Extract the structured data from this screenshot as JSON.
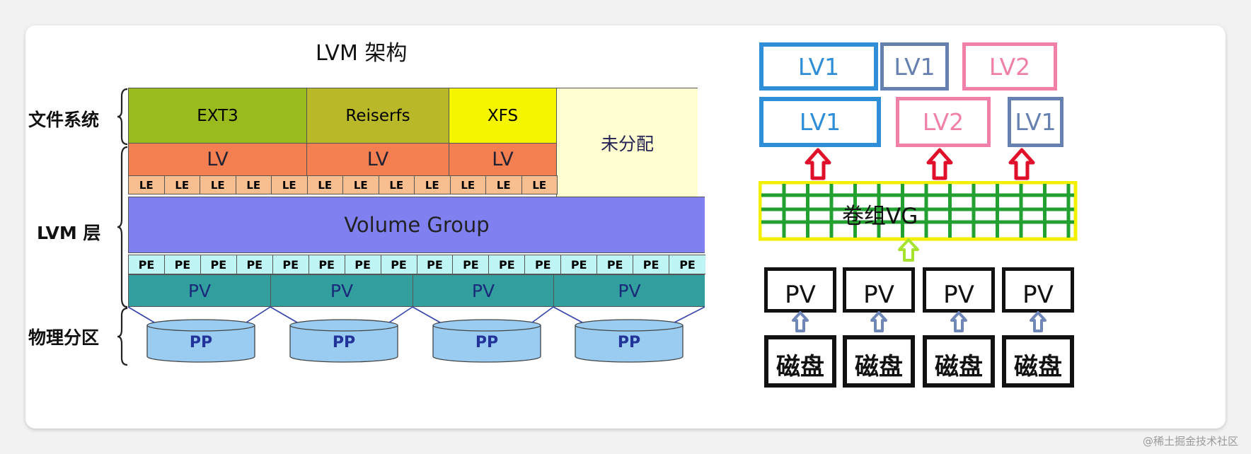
{
  "left": {
    "title": "LVM 架构",
    "side_labels": {
      "fs": "文件系统",
      "lvm": "LVM 层",
      "phys": "物理分区"
    },
    "filesystems": [
      {
        "label": "EXT3",
        "color": "#99bb1d"
      },
      {
        "label": "Reiserfs",
        "color": "#b8b828"
      },
      {
        "label": "XFS",
        "color": "#f5f500"
      }
    ],
    "unallocated": "未分配",
    "lv_label": "LV",
    "le_label": "LE",
    "vg_label": "Volume Group",
    "pe_label": "PE",
    "pv_label": "PV",
    "pp_label": "PP",
    "colors": {
      "lv": "#f47f50",
      "le": "#f7bf90",
      "vg": "#8080f0",
      "pe": "#bff5f5",
      "pv": "#339e9e",
      "pp": "#99ccf0",
      "unalloc": "#fffed0"
    }
  },
  "right": {
    "lv_row1": [
      {
        "label": "LV1",
        "color": "#2e8ed8"
      },
      {
        "label": "LV1",
        "color": "#6680b0"
      },
      {
        "label": "LV2",
        "color": "#f080a8"
      }
    ],
    "lv_row2": [
      {
        "label": "LV1",
        "color": "#2e8ed8"
      },
      {
        "label": "LV2",
        "color": "#f080a8"
      },
      {
        "label": "LV1",
        "color": "#6680b0"
      }
    ],
    "vg_label": "卷组VG",
    "pv_labels": [
      "PV",
      "PV",
      "PV",
      "PV"
    ],
    "disk_labels": [
      "磁盘",
      "磁盘",
      "磁盘",
      "磁盘"
    ],
    "colors": {
      "arrow_red": "#e0102a",
      "arrow_green": "#a6e22e",
      "grid": "#22a030",
      "vg_border": "#f0f000",
      "pv_arrow": "#7088b8"
    }
  },
  "watermark": "@稀土掘金技术社区"
}
